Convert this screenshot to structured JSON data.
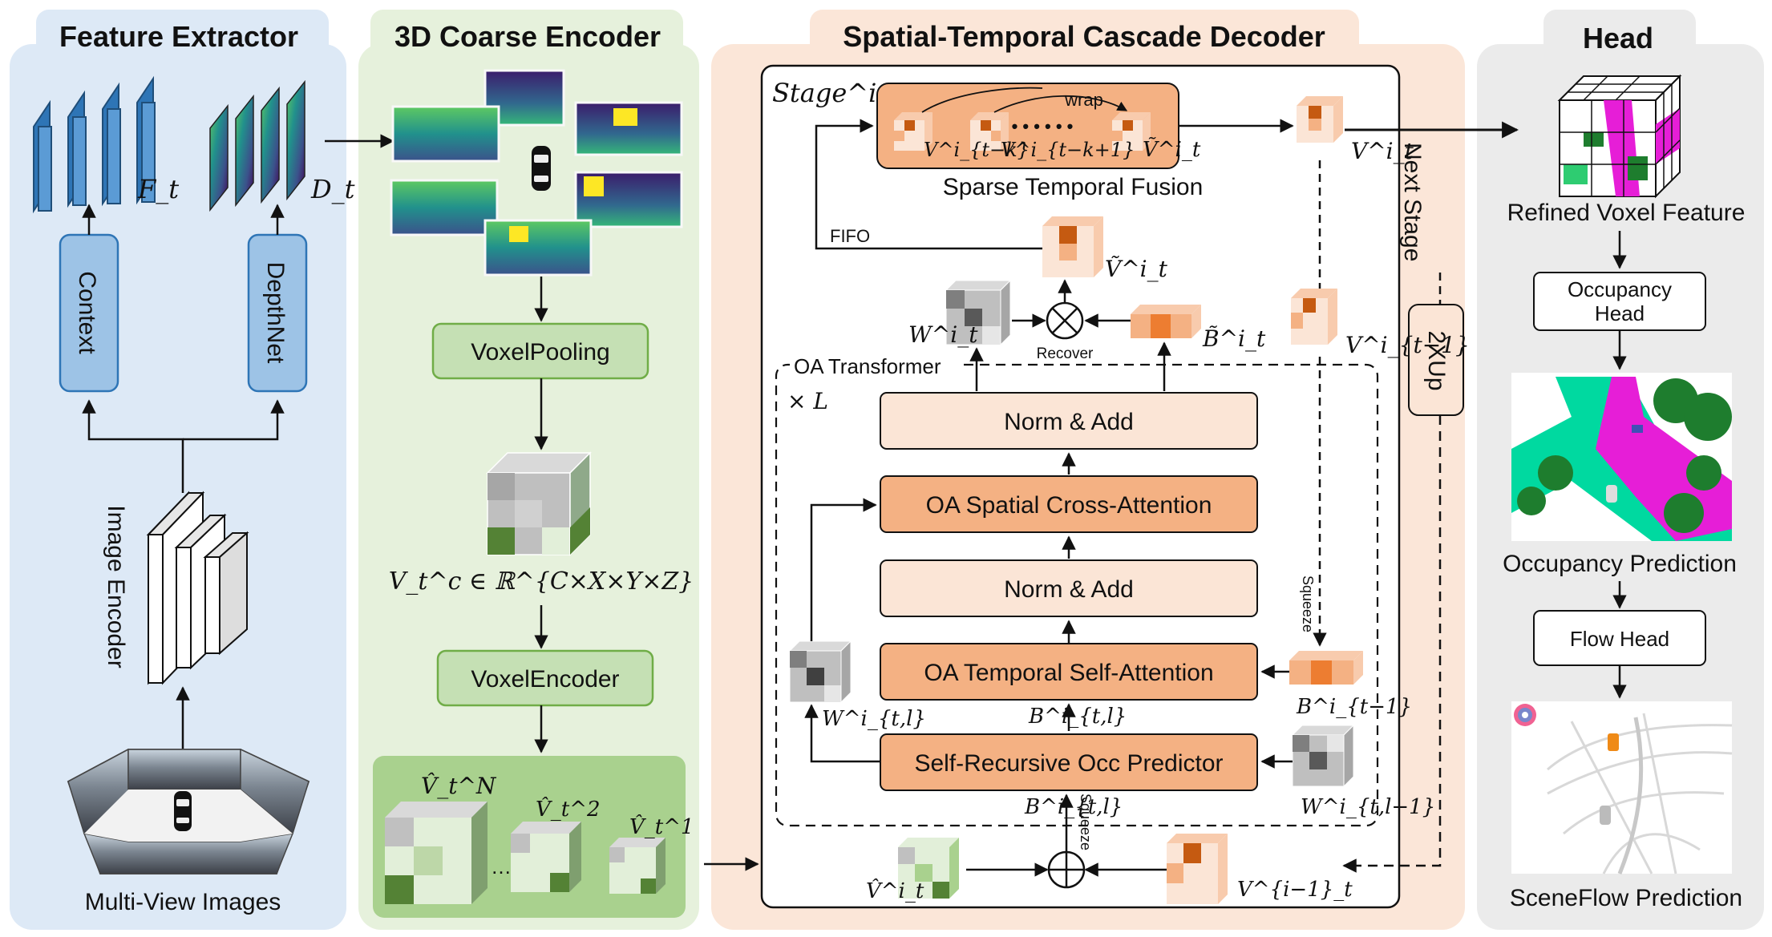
{
  "panels": {
    "feature_extractor": {
      "title": "Feature Extractor",
      "context": "Context",
      "depthnet": "DepthNet",
      "image_encoder": "Image Encoder",
      "multi_view": "Multi-View Images",
      "f_t": "F_t",
      "d_t": "D_t"
    },
    "coarse_encoder": {
      "title": "3D Coarse Encoder",
      "voxel_pooling": "VoxelPooling",
      "voxel_encoder": "VoxelEncoder",
      "v_c": "V_t^c ∈ ℝ^{C×X×Y×Z}",
      "v_hat_n": "V̂_t^N",
      "v_hat_2": "V̂_t^2",
      "v_hat_1": "V̂_t^1",
      "dots": "…"
    },
    "decoder": {
      "title": "Spatial-Temporal Cascade Decoder",
      "stage": "Stage^i",
      "wrap": "wrap",
      "stf": "Sparse Temporal Fusion",
      "fifo": "FIFO",
      "recover": "Recover",
      "oa_transformer": "OA Transformer",
      "times_l": "× L",
      "norm_add_1": "Norm & Add",
      "spatial_ca": "OA Spatial Cross-Attention",
      "norm_add_2": "Norm & Add",
      "temporal_sa": "OA Temporal Self-Attention",
      "occ_predictor": "Self-Recursive Occ Predictor",
      "next_stage": "Next Stage",
      "two_x_up": "2XUp",
      "squeeze": "Squeeze",
      "dots": "• • • • • •",
      "labels": {
        "v_tk": "V^i_{t−k}",
        "v_tk1": "V^i_{t−k+1}",
        "v_tilde_top": "Ṽ^i_t",
        "v_t_right": "V^i_t",
        "v_tilde_mid": "Ṽ^i_t",
        "w_t": "W^i_t",
        "b_tilde": "B̃^i_t",
        "v_tm1": "V^i_{t−1}",
        "b_tm1": "B^i_{t−1}",
        "w_tl": "W^i_{t,l}",
        "b_tl_mid": "B^i_{t,l}",
        "w_tlm1": "W^i_{t,l−1}",
        "b_tl_bottom": "B^i_{t,l}",
        "v_hat_t": "V̂^i_t",
        "v_im1": "V^{i−1}_t"
      }
    },
    "head": {
      "title": "Head",
      "refined": "Refined Voxel Feature",
      "occ_head": "Occupancy Head",
      "occ_pred": "Occupancy Prediction",
      "flow_head": "Flow Head",
      "flow_pred": "SceneFlow Prediction"
    }
  },
  "colors": {
    "blue_bg": "#dde9f6",
    "green_bg": "#e6f1dc",
    "orange_bg": "#fbe6d8",
    "gray_bg": "#ebebeb",
    "blue_box": "#9dc3e6",
    "green_box": "#c5e0b4",
    "orange_box": "#f4b183",
    "light_orange_box": "#fbe5d6",
    "magenta": "#e61ed7",
    "tree_green": "#1e7d2e"
  }
}
